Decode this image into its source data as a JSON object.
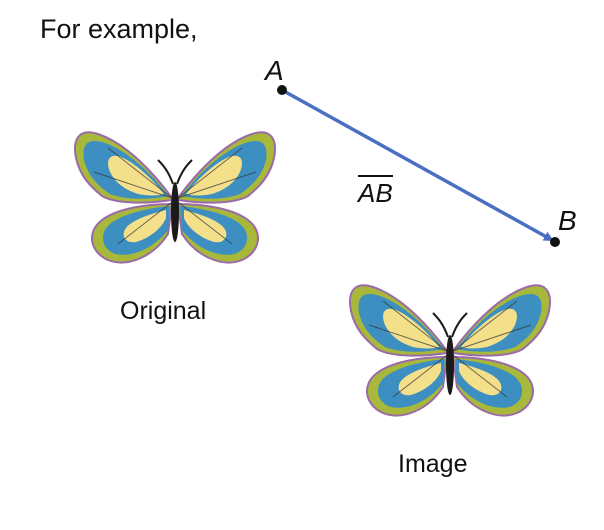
{
  "intro": "For example,",
  "points": {
    "a": "A",
    "b": "B"
  },
  "segment_label": "AB",
  "captions": {
    "original": "Original",
    "image": "Image"
  },
  "colors": {
    "vector": "#4a6fc4",
    "wing_outer": "#a8b83a",
    "wing_blue": "#3d8fc2",
    "wing_yellow": "#f4e08a",
    "edge": "#9b6aa8",
    "body": "#1a1a1a"
  }
}
